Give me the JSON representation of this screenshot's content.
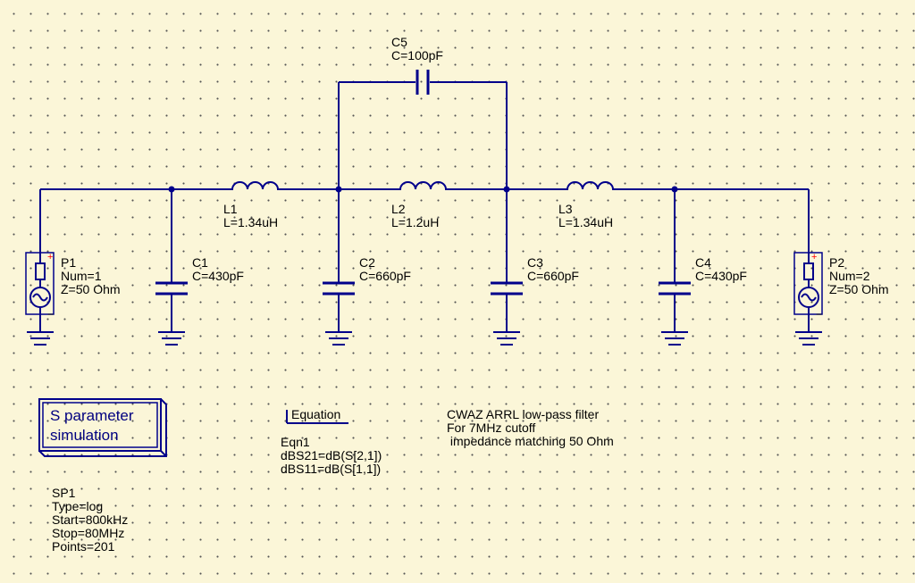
{
  "components": {
    "c5": {
      "name": "C5",
      "value": "C=100pF"
    },
    "l1": {
      "name": "L1",
      "value": "L=1.34uH"
    },
    "l2": {
      "name": "L2",
      "value": "L=1.2uH"
    },
    "l3": {
      "name": "L3",
      "value": "L=1.34uH"
    },
    "c1": {
      "name": "C1",
      "value": "C=430pF"
    },
    "c2": {
      "name": "C2",
      "value": "C=660pF"
    },
    "c3": {
      "name": "C3",
      "value": "C=660pF"
    },
    "c4": {
      "name": "C4",
      "value": "C=430pF"
    },
    "p1": {
      "name": "P1",
      "num": "Num=1",
      "z": "Z=50 Ohm"
    },
    "p2": {
      "name": "P2",
      "num": "Num=2",
      "z": "Z=50 Ohm"
    }
  },
  "simulation": {
    "box_line1": "S parameter",
    "box_line2": "simulation",
    "name": "SP1",
    "type": "Type=log",
    "start": "Start=800kHz",
    "stop": "Stop=80MHz",
    "points": "Points=201"
  },
  "equation": {
    "title": "Equation",
    "name": "Eqn1",
    "line1": "dBS21=dB(S[2,1])",
    "line2": "dBS11=dB(S[1,1])"
  },
  "note": {
    "line1": "CWAZ ARRL low-pass filter",
    "line2": "For 7MHz cutoff",
    "line3": " impedance matching 50 Ohm"
  },
  "colors": {
    "wire": "#00008b",
    "background": "#fbf6d8",
    "port_plus": "#ff0000"
  }
}
